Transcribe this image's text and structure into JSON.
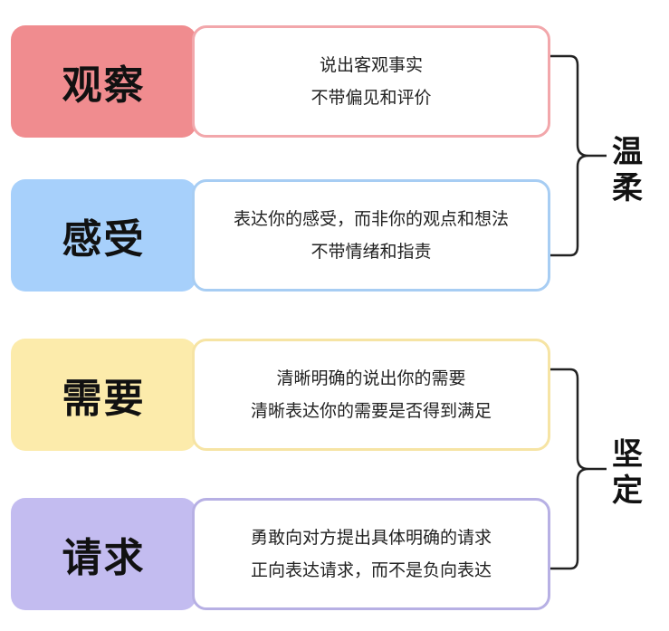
{
  "rows": [
    {
      "label": "观察",
      "line1": "说出客观事实",
      "line2": "不带偏见和评价",
      "color": "#f08c8f",
      "border": "#f2a7ab"
    },
    {
      "label": "感受",
      "line1": "表达你的感受，而非你的观点和想法",
      "line2": "不带情绪和指责",
      "color": "#a7d0fb",
      "border": "#a7cdf3"
    },
    {
      "label": "需要",
      "line1": "清晰明确的说出你的需要",
      "line2": "清晰表达你的需要是否得到满足",
      "color": "#fcebab",
      "border": "#f6e4a4"
    },
    {
      "label": "请求",
      "line1": "勇敢向对方提出具体明确的请求",
      "line2": "正向表达请求，而不是负向表达",
      "color": "#c3bcf0",
      "border": "#b7b0e4"
    }
  ],
  "groups": [
    {
      "top": "温",
      "bottom": "柔"
    },
    {
      "top": "坚",
      "bottom": "定"
    }
  ]
}
